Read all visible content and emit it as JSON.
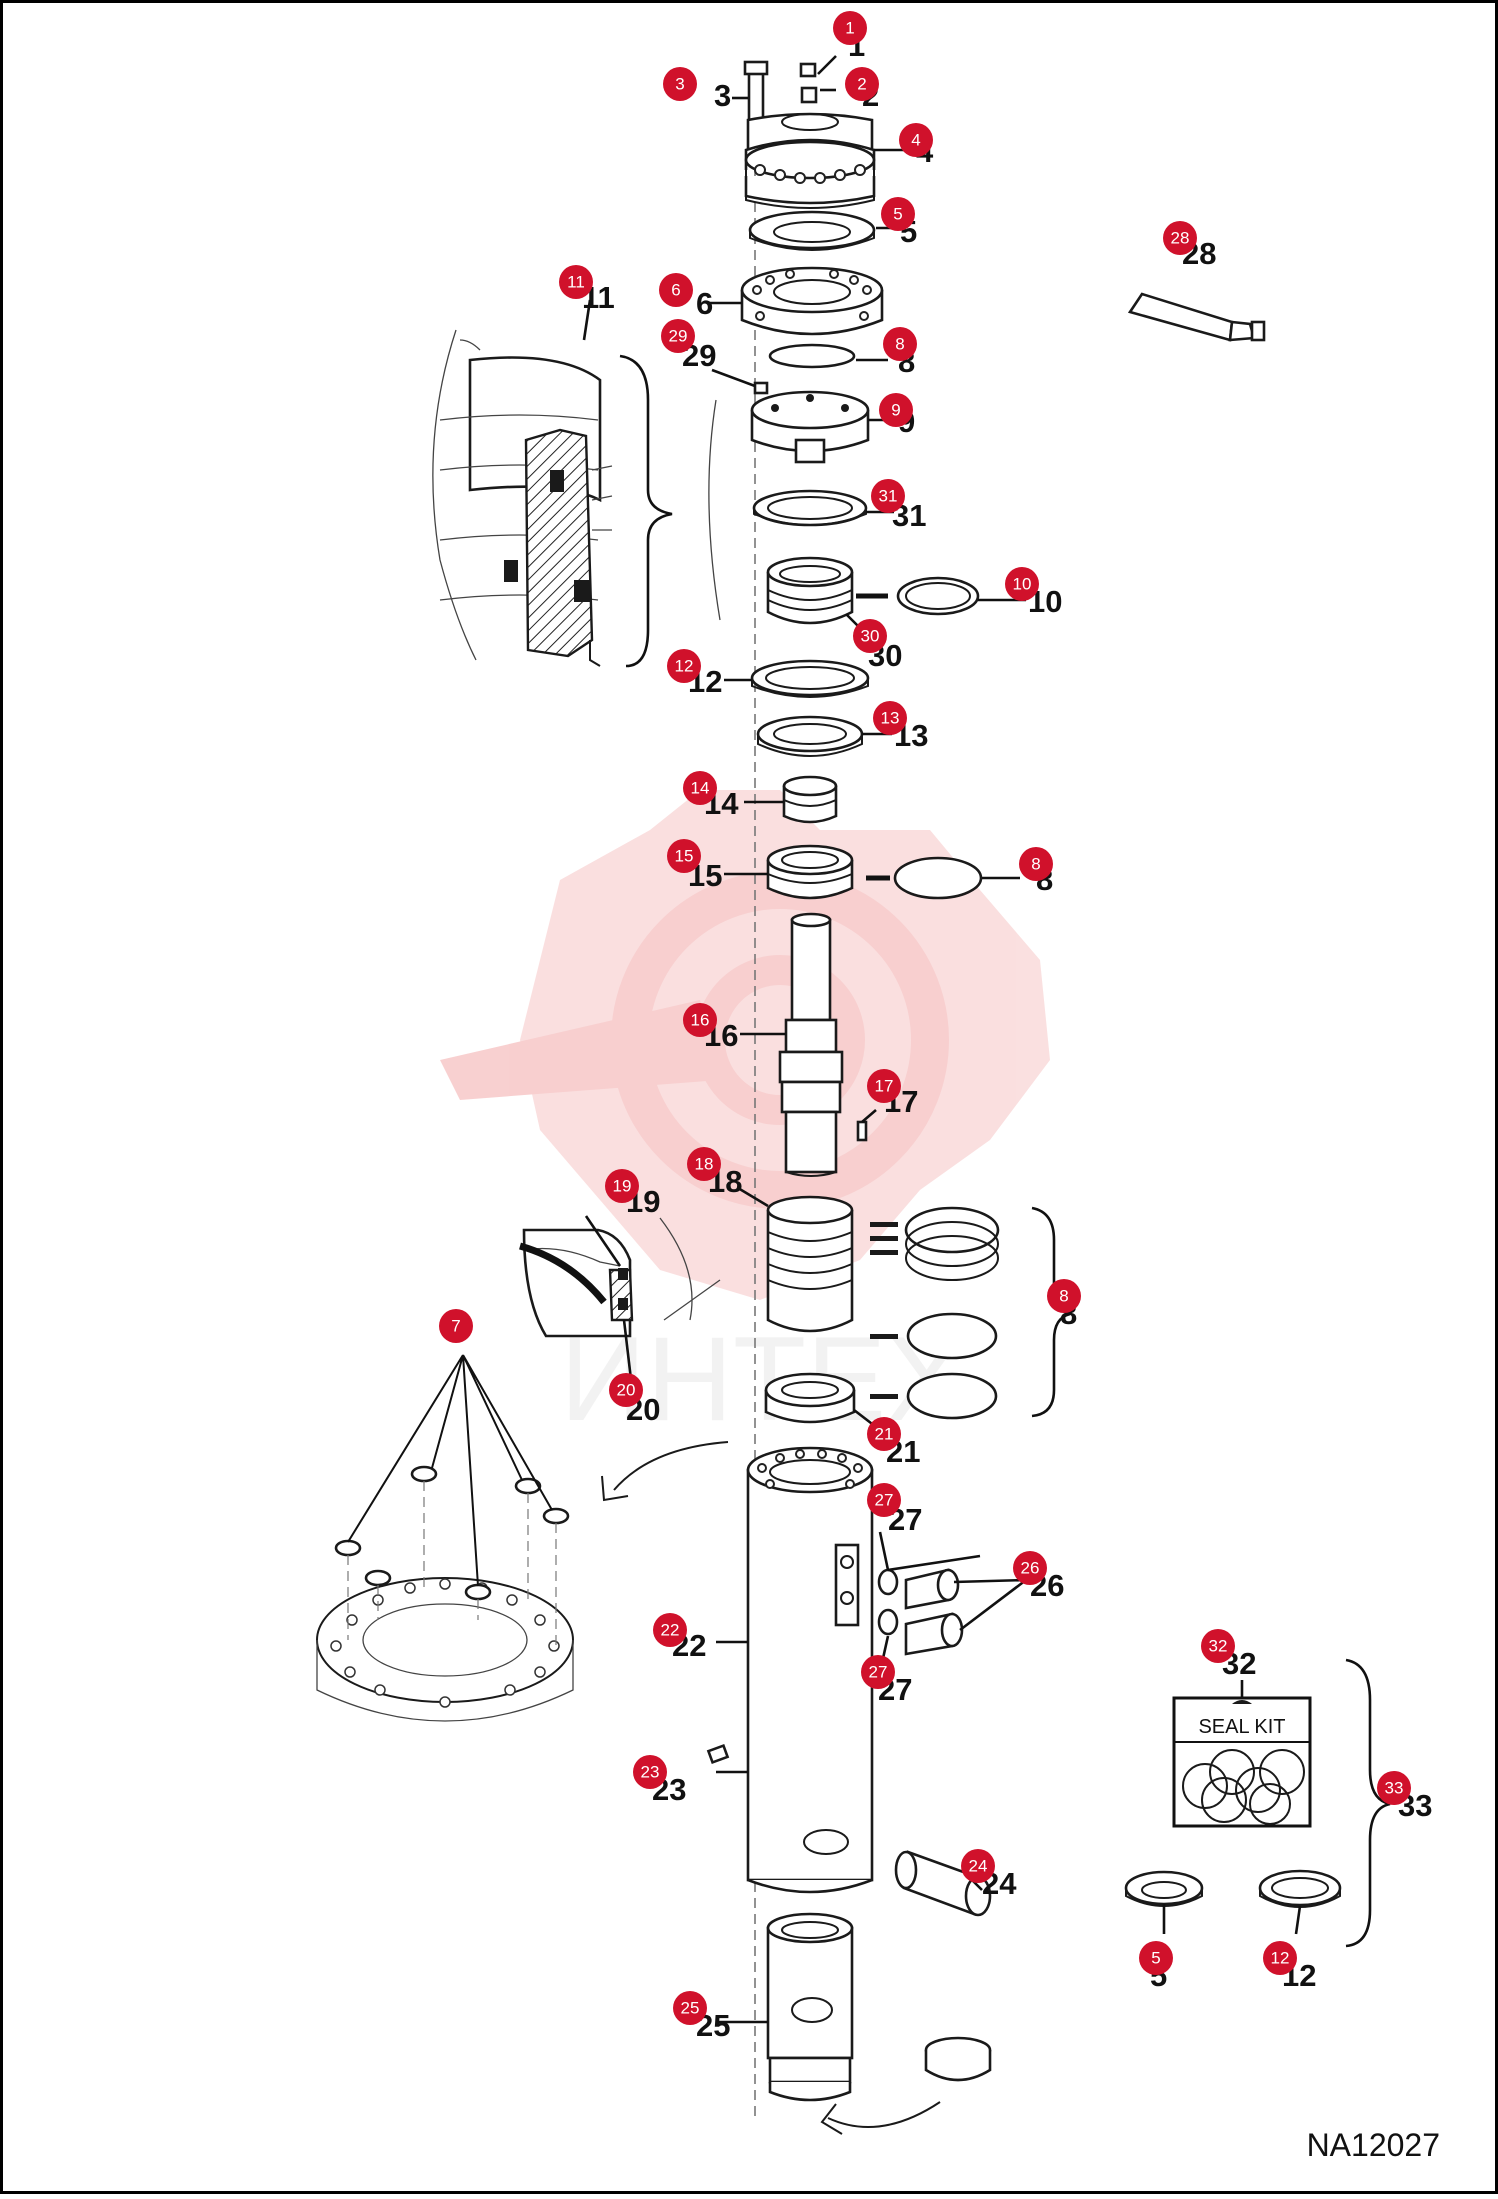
{
  "diagram_code": "NA12027",
  "seal_kit_label": "SEAL KIT",
  "watermark_text": "ИНТЕХ",
  "colors": {
    "badge": "#d0112b",
    "line": "#111111",
    "watermark": "#f2b6b6"
  },
  "part_labels": [
    {
      "id": "lbl-1",
      "text": "1"
    },
    {
      "id": "lbl-2",
      "text": "2"
    },
    {
      "id": "lbl-3",
      "text": "3"
    },
    {
      "id": "lbl-4",
      "text": "4"
    },
    {
      "id": "lbl-5-top",
      "text": "5"
    },
    {
      "id": "lbl-6",
      "text": "6"
    },
    {
      "id": "lbl-8-a",
      "text": "8"
    },
    {
      "id": "lbl-9",
      "text": "9"
    },
    {
      "id": "lbl-10",
      "text": "10"
    },
    {
      "id": "lbl-11",
      "text": "11"
    },
    {
      "id": "lbl-12-top",
      "text": "12"
    },
    {
      "id": "lbl-13",
      "text": "13"
    },
    {
      "id": "lbl-14",
      "text": "14"
    },
    {
      "id": "lbl-15",
      "text": "15"
    },
    {
      "id": "lbl-8-b",
      "text": "8"
    },
    {
      "id": "lbl-16",
      "text": "16"
    },
    {
      "id": "lbl-17",
      "text": "17"
    },
    {
      "id": "lbl-18",
      "text": "18"
    },
    {
      "id": "lbl-19",
      "text": "19"
    },
    {
      "id": "lbl-8-c",
      "text": "8"
    },
    {
      "id": "lbl-20",
      "text": "20"
    },
    {
      "id": "lbl-21",
      "text": "21"
    },
    {
      "id": "lbl-22",
      "text": "22"
    },
    {
      "id": "lbl-23",
      "text": "23"
    },
    {
      "id": "lbl-24",
      "text": "24"
    },
    {
      "id": "lbl-25",
      "text": "25"
    },
    {
      "id": "lbl-26",
      "text": "26"
    },
    {
      "id": "lbl-27-a",
      "text": "27"
    },
    {
      "id": "lbl-27-b",
      "text": "27"
    },
    {
      "id": "lbl-28",
      "text": "28"
    },
    {
      "id": "lbl-29",
      "text": "29"
    },
    {
      "id": "lbl-30",
      "text": "30"
    },
    {
      "id": "lbl-31",
      "text": "31"
    },
    {
      "id": "lbl-32",
      "text": "32"
    },
    {
      "id": "lbl-33",
      "text": "33"
    },
    {
      "id": "lbl-5-kit",
      "text": "5"
    },
    {
      "id": "lbl-12-kit",
      "text": "12"
    }
  ],
  "badges": [
    {
      "id": "b-1",
      "text": "1"
    },
    {
      "id": "b-2",
      "text": "2"
    },
    {
      "id": "b-3",
      "text": "3"
    },
    {
      "id": "b-4",
      "text": "4"
    },
    {
      "id": "b-5-top",
      "text": "5"
    },
    {
      "id": "b-6",
      "text": "6"
    },
    {
      "id": "b-7",
      "text": "7"
    },
    {
      "id": "b-8-a",
      "text": "8"
    },
    {
      "id": "b-8-b",
      "text": "8"
    },
    {
      "id": "b-8-c",
      "text": "8"
    },
    {
      "id": "b-9",
      "text": "9"
    },
    {
      "id": "b-10",
      "text": "10"
    },
    {
      "id": "b-11",
      "text": "11"
    },
    {
      "id": "b-12-top",
      "text": "12"
    },
    {
      "id": "b-13",
      "text": "13"
    },
    {
      "id": "b-14",
      "text": "14"
    },
    {
      "id": "b-15",
      "text": "15"
    },
    {
      "id": "b-16",
      "text": "16"
    },
    {
      "id": "b-17",
      "text": "17"
    },
    {
      "id": "b-18",
      "text": "18"
    },
    {
      "id": "b-19",
      "text": "19"
    },
    {
      "id": "b-20",
      "text": "20"
    },
    {
      "id": "b-21",
      "text": "21"
    },
    {
      "id": "b-22",
      "text": "22"
    },
    {
      "id": "b-23",
      "text": "23"
    },
    {
      "id": "b-24",
      "text": "24"
    },
    {
      "id": "b-25",
      "text": "25"
    },
    {
      "id": "b-26",
      "text": "26"
    },
    {
      "id": "b-27-a",
      "text": "27"
    },
    {
      "id": "b-27-b",
      "text": "27"
    },
    {
      "id": "b-28",
      "text": "28"
    },
    {
      "id": "b-29",
      "text": "29"
    },
    {
      "id": "b-30",
      "text": "30"
    },
    {
      "id": "b-31",
      "text": "31"
    },
    {
      "id": "b-32",
      "text": "32"
    },
    {
      "id": "b-33",
      "text": "33"
    },
    {
      "id": "b-5-kit",
      "text": "5"
    },
    {
      "id": "b-12-kit",
      "text": "12"
    }
  ]
}
